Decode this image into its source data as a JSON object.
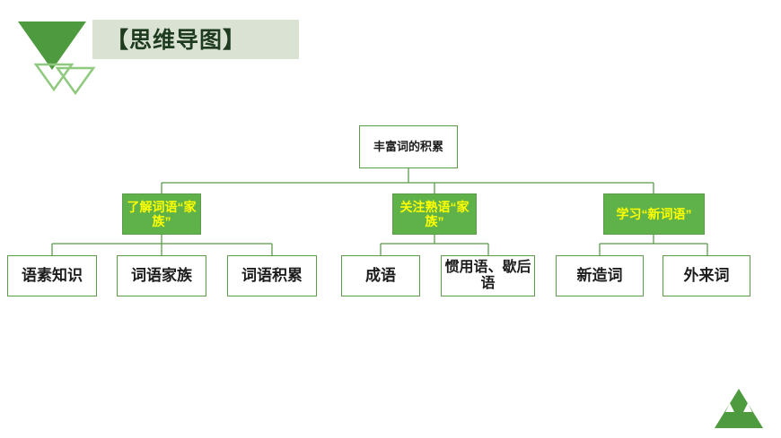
{
  "header": {
    "title": "【思维导图】"
  },
  "decor": {
    "top_left_icon": "triangles-decoration",
    "bottom_right_icon": "triangles-decoration",
    "green_dark": "#4e9a3e",
    "green_light": "#8fc97d",
    "band_color": "#d9e2d3"
  },
  "diagram": {
    "type": "tree",
    "root": {
      "label": "丰富词的积累"
    },
    "branches": [
      {
        "label": "了解词语“家族”",
        "children": [
          {
            "label": "语素知识"
          },
          {
            "label": "词语家族"
          },
          {
            "label": "词语积累"
          }
        ]
      },
      {
        "label": "关注熟语“家族”",
        "children": [
          {
            "label": "成语"
          },
          {
            "label": "惯用语、歇后语"
          }
        ]
      },
      {
        "label": "学习“新词语”",
        "children": [
          {
            "label": "新造词"
          },
          {
            "label": "外来词"
          }
        ]
      }
    ],
    "colors": {
      "node_border": "#5b9b4a",
      "mid_fill": "#5fb14a",
      "mid_text": "#ffff00",
      "leaf_fill": "#ffffff",
      "leaf_text": "#1d1d1d"
    }
  }
}
